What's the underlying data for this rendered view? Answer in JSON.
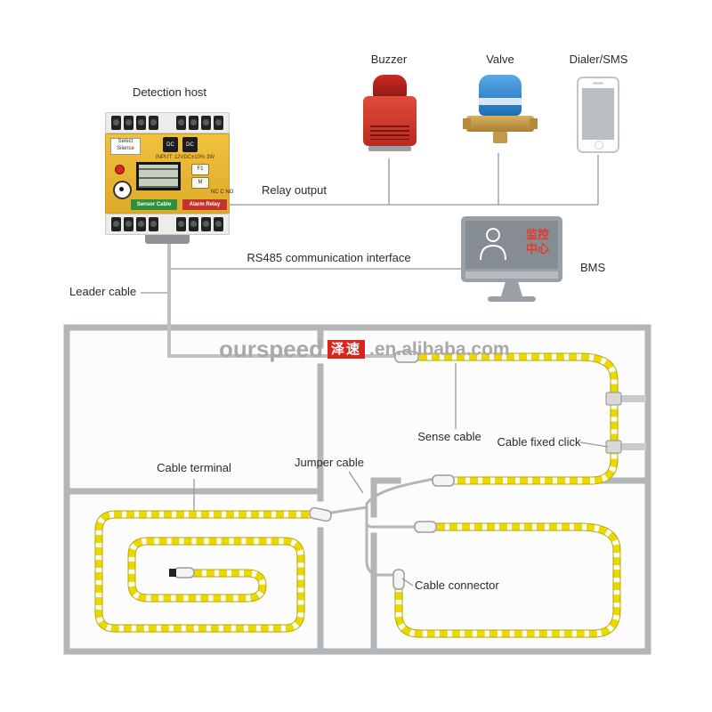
{
  "watermark": {
    "brand": "ourspeed",
    "stamp": "泽速",
    "suffix": ".en.alibaba.com"
  },
  "top_labels": {
    "detection_host": "Detection host",
    "buzzer": "Buzzer",
    "valve": "Valve",
    "dialer": "Dialer/SMS",
    "relay_output": "Relay output",
    "rs485": "RS485 communication interface",
    "bms": "BMS",
    "leader_cable": "Leader cable"
  },
  "floor_labels": {
    "sense_cable": "Sense cable",
    "cable_fixed_click": "Cable fixed click",
    "cable_terminal": "Cable terminal",
    "jumper_cable": "Jumper cable",
    "cable_connector": "Cable connector"
  },
  "device": {
    "select": "Select",
    "silence": "Silence",
    "dc1": "DC",
    "dc2": "DC",
    "input_spec": "INPUT: 12VDC±10% 3W",
    "f1": "F1",
    "m": "M",
    "sensor_cable": "Sensor Cable",
    "alarm_relay": "Alarm Relay",
    "relay_terminals": "NC C NO"
  },
  "monitor": {
    "screen_line1": "监控",
    "screen_line2": "中心"
  },
  "colors": {
    "device_yellow": "#e3b231",
    "rope_yellow": "#e9d400",
    "buzzer_red": "#cf3a2b",
    "valve_blue": "#2e7fc0",
    "wall_gray": "#b2b6b9",
    "stamp_red": "#d8261d"
  }
}
